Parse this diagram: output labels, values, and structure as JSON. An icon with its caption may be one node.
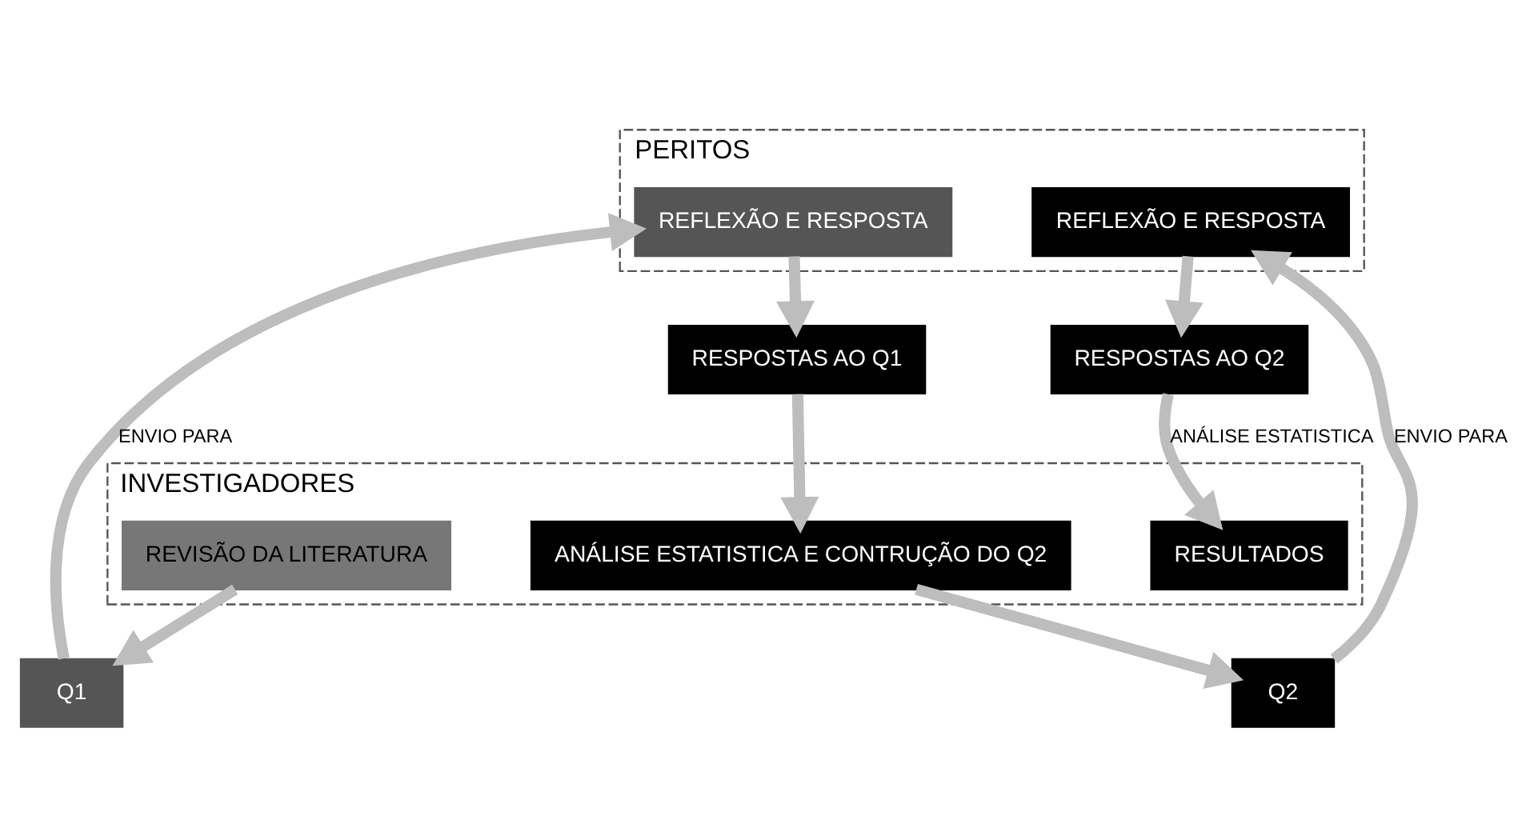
{
  "diagram": {
    "nodes": [
      {
        "text": [
          "PERITOS"
        ]
      },
      {
        "text": [
          "REFLEXÃO E RESPOSTA"
        ],
        "in": 0
      },
      {
        "text": [
          "REFLEXÃO E RESPOSTA"
        ],
        "in": 0
      },
      {
        "text": [
          "Q1"
        ]
      },
      {
        "text": [
          "RESPOSTAS AO Q1"
        ]
      },
      {
        "text": [
          "Q2"
        ]
      },
      {
        "text": [
          "RESPOSTAS AO Q2"
        ]
      },
      {
        "text": [
          "INVESTIGADORES"
        ]
      },
      {
        "text": [
          "REVISÃO DA LITERATURA"
        ],
        "in": 7
      },
      {
        "text": [
          "ANÁLISE ESTATISTICA E CONTRUÇÃO DO Q2"
        ],
        "in": 7
      },
      {
        "text": [
          "RESULTADOS"
        ],
        "in": 7
      }
    ],
    "edges": [
      {
        "from": 8,
        "to": 3,
        "arrow": "to"
      },
      {
        "from": 3,
        "to": 1,
        "arrow": "to",
        "label": "ENVIO PARA"
      },
      {
        "from": 1,
        "to": 4,
        "arrow": "to"
      },
      {
        "from": 4,
        "to": 9,
        "arrow": "to"
      },
      {
        "from": 9,
        "to": 5,
        "arrow": "to"
      },
      {
        "from": 5,
        "to": 2,
        "arrow": "to",
        "label": "ENVIO PARA"
      },
      {
        "from": 2,
        "to": 6,
        "arrow": "to"
      },
      {
        "from": 6,
        "to": 10,
        "arrow": "to",
        "label": "ANÁLISE ESTATISTICA"
      }
    ]
  }
}
